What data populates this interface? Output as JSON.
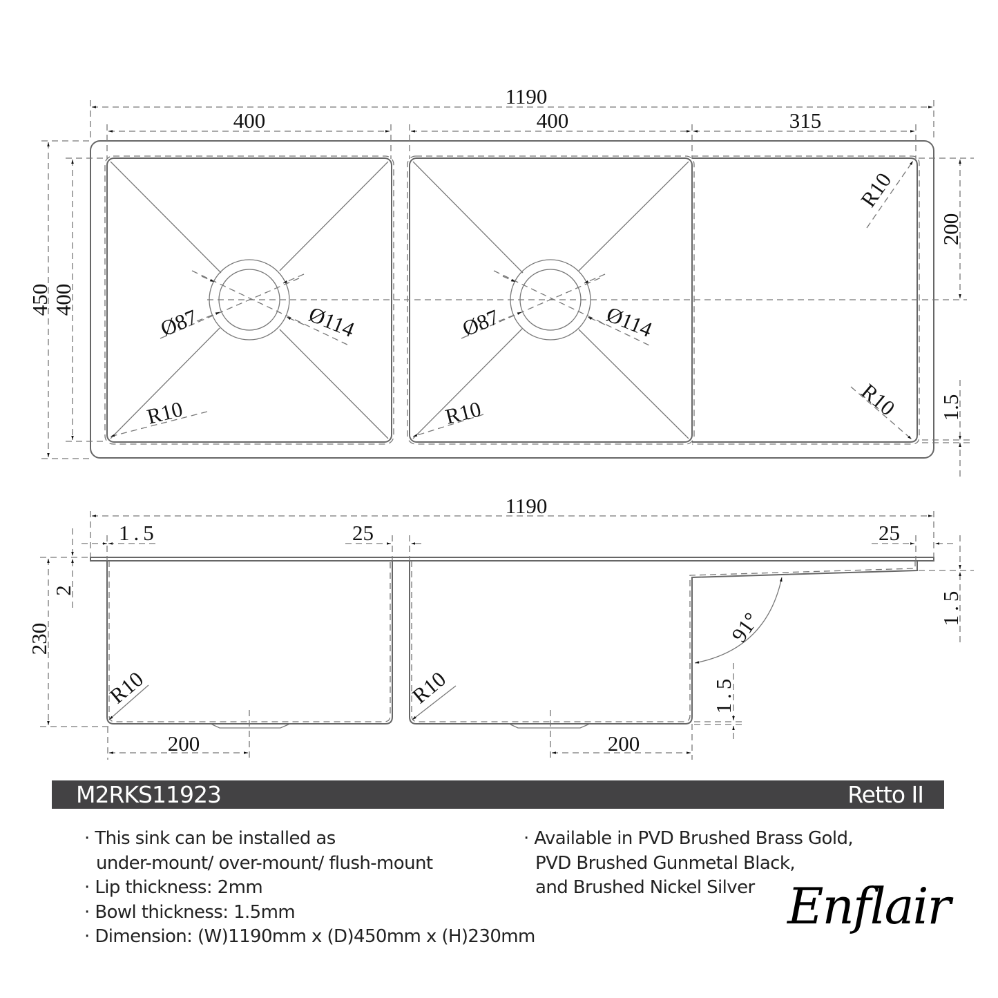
{
  "top_view": {
    "overall_width": "1190",
    "bowl1_width": "400",
    "bowl2_width": "400",
    "drainer_width": "315",
    "overall_depth": "450",
    "bowl_depth": "400",
    "drainer_half_depth": "200",
    "bowl1_waste_inner": "Ø87",
    "bowl1_waste_outer": "Ø114",
    "bowl2_waste_inner": "Ø87",
    "bowl2_waste_outer": "Ø114",
    "bowl1_radius": "R10",
    "bowl2_radius": "R10",
    "drainer_radius_top": "R10",
    "drainer_radius_bottom": "R10",
    "drainer_edge_thickness": "1.5"
  },
  "side_view": {
    "overall_width": "1190",
    "bowl_wall_thickness": "1.5",
    "bowl1_lip": "25",
    "drainer_lip": "25",
    "lip_thickness": "2",
    "height": "230",
    "bowl1_radius": "R10",
    "bowl2_radius": "R10",
    "drainer_angle": "91°",
    "drainer_thickness": "1.5",
    "bowl2_floor_thickness": "1.5",
    "bowl1_waste_offset": "200",
    "bowl2_waste_offset": "200"
  },
  "banner": {
    "model_code": "M2RKS11923",
    "product_name": "Retto II"
  },
  "notes_left": [
    "· This sink can be installed as",
    "under-mount/ over-mount/ flush-mount",
    "· Lip thickness: 2mm",
    "· Bowl thickness: 1.5mm",
    "· Dimension: (W)1190mm x (D)450mm x (H)230mm"
  ],
  "notes_right": [
    "· Available in PVD Brushed Brass Gold,",
    "PVD Brushed Gunmetal Black,",
    "and Brushed Nickel Silver"
  ],
  "brand": {
    "logo_text": "Enflair"
  },
  "colors": {
    "banner_bg": "#434244",
    "banner_text": "#ffffff",
    "line": "#666666"
  }
}
